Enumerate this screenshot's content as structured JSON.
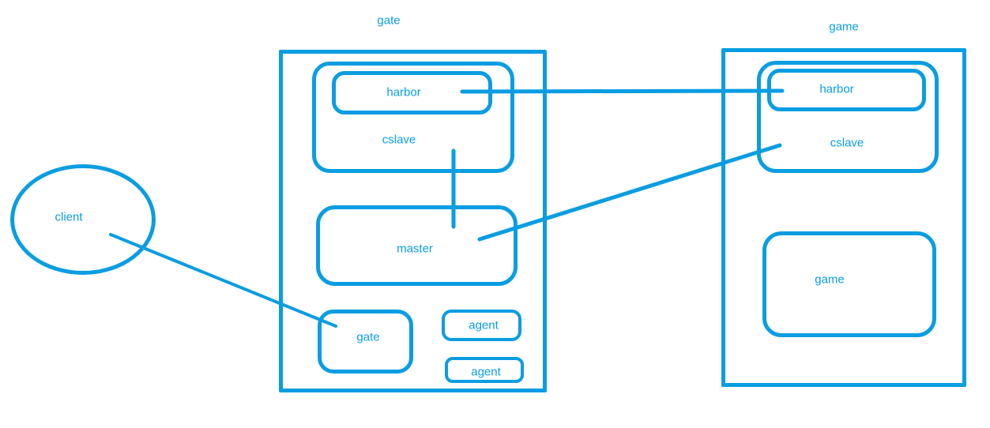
{
  "colors": {
    "accent": "#0a9de2",
    "background": "#ffffff"
  },
  "titles": {
    "gate_group": "gate",
    "game_group": "game"
  },
  "nodes": {
    "gate_group": {
      "cslave": "cslave",
      "harbor": "harbor",
      "master": "master",
      "gate": "gate",
      "agent_top": "agent",
      "agent_bottom": "agent"
    },
    "game_group": {
      "cslave": "cslave",
      "harbor": "harbor",
      "game": "game"
    },
    "client": "client"
  },
  "connections": [
    {
      "from": "gate_group.harbor",
      "to": "game_group.harbor"
    },
    {
      "from": "gate_group.cslave",
      "to": "gate_group.master"
    },
    {
      "from": "gate_group.master",
      "to": "game_group.cslave"
    },
    {
      "from": "client",
      "to": "gate_group.gate"
    }
  ]
}
